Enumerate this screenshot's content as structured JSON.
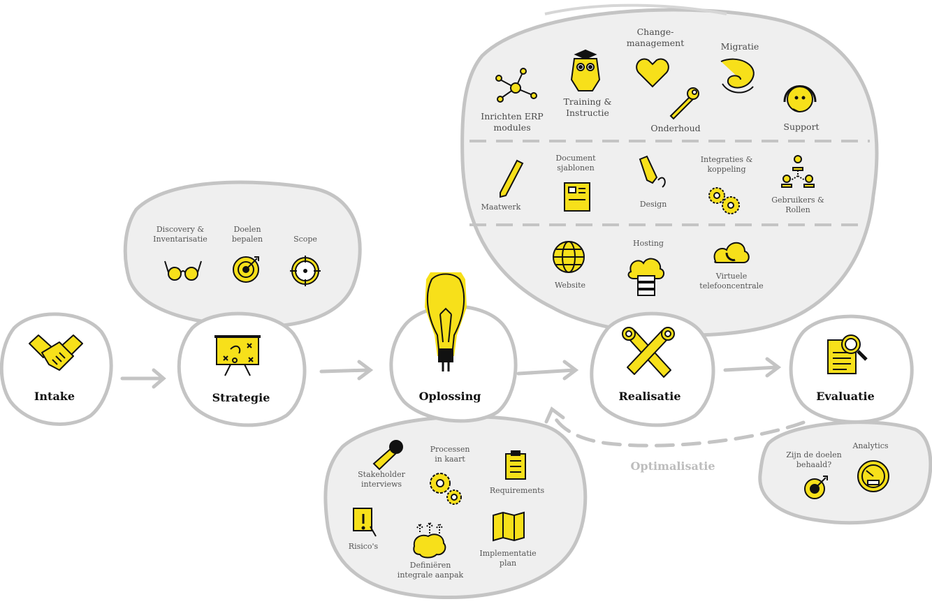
{
  "phases": {
    "intake": "Intake",
    "strategie": "Strategie",
    "oplossing": "Oplossing",
    "realisatie": "Realisatie",
    "evaluatie": "Evaluatie"
  },
  "loop_label": "Optimalisatie",
  "strategie_items": {
    "discovery": "Discovery &\nInventarisatie",
    "doelen": "Doelen\nbepalen",
    "scope": "Scope"
  },
  "oplossing_items": {
    "stakeholder": "Stakeholder\ninterviews",
    "processen": "Processen\nin kaart",
    "requirements": "Requirements",
    "risicos": "Risico's",
    "definieren": "Definiëren\nintegrale aanpak",
    "implementatie": "Implementatie\nplan"
  },
  "realisatie_items": {
    "erp": "Inrichten ERP\nmodules",
    "training": "Training &\nInstructie",
    "change": "Change-\nmanagement",
    "migratie": "Migratie",
    "onderhoud": "Onderhoud",
    "support": "Support",
    "maatwerk": "Maatwerk",
    "document": "Document\nsjablonen",
    "design": "Design",
    "integraties": "Integraties &\nkoppeling",
    "gebruikers": "Gebruikers &\nRollen",
    "website": "Website",
    "hosting": "Hosting",
    "telefoon": "Virtuele\ntelefooncentrale"
  },
  "evaluatie_items": {
    "doelen": "Zijn de doelen\nbehaald?",
    "analytics": "Analytics"
  },
  "colors": {
    "accent": "#f7e01a",
    "bubble_fill": "#efefef",
    "stroke": "#c4c4c4",
    "ink": "#111111"
  },
  "icons": [
    "handshake-icon",
    "strategy-board-icon",
    "lightbulb-icon",
    "tools-icon",
    "document-search-icon",
    "glasses-icon",
    "target-icon",
    "crosshair-icon",
    "microphone-icon",
    "gears-icon",
    "clipboard-icon",
    "warning-icon",
    "brain-icon",
    "map-icon",
    "network-icon",
    "owl-icon",
    "heart-icon",
    "tornado-icon",
    "wrench-icon",
    "headset-icon",
    "pencil-icon",
    "certificate-icon",
    "pen-icon",
    "users-icon",
    "globe-icon",
    "server-cloud-icon",
    "cloud-phone-icon",
    "dart-icon",
    "gauge-icon"
  ]
}
